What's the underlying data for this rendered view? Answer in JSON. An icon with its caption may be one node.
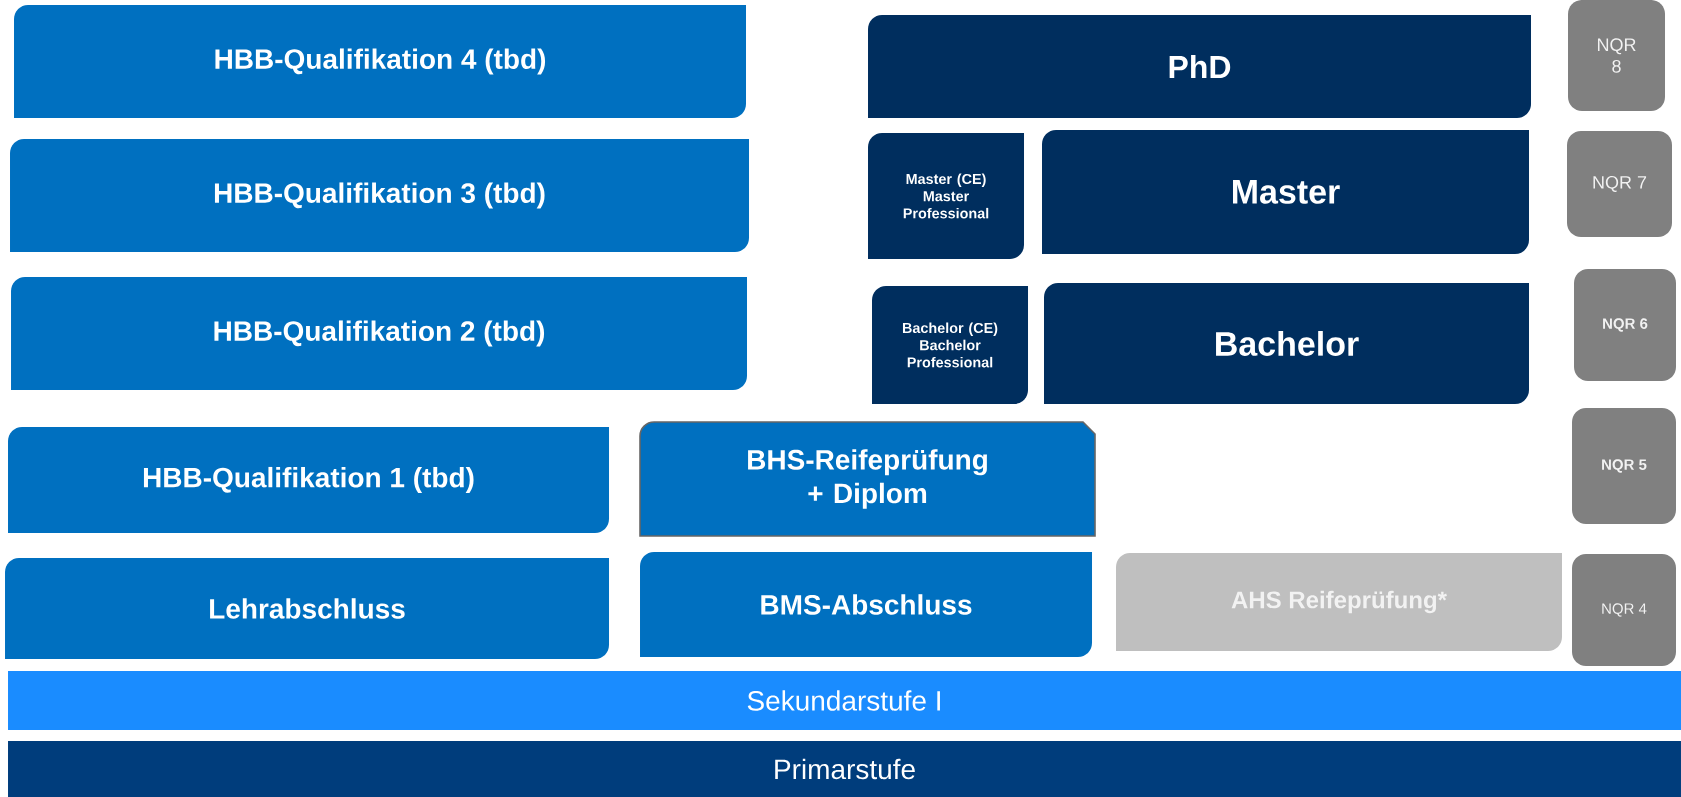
{
  "diagram": {
    "nodes": [
      {
        "text": [
          "HBB-Qualifikation 4 (tbd)"
        ]
      },
      {
        "text": [
          "PhD"
        ]
      },
      {
        "text": [
          "NQR 8"
        ]
      },
      {
        "text": [
          "HBB-Qualifikation 3 (tbd)"
        ]
      },
      {
        "text": [
          "Master (CE) Master Professional"
        ]
      },
      {
        "text": [
          "Master"
        ]
      },
      {
        "text": [
          "NQR 7"
        ]
      },
      {
        "text": [
          "HBB-Qualifikation 2 (tbd)"
        ]
      },
      {
        "text": [
          "Bachelor (CE) Bachelor Professional"
        ]
      },
      {
        "text": [
          "Bachelor"
        ]
      },
      {
        "text": [
          "NQR 6"
        ]
      },
      {
        "text": [
          "HBB-Qualifikation 1 (tbd)"
        ]
      },
      {
        "text": [
          "BHS-Reifeprüfung + Diplom"
        ]
      },
      {
        "text": [
          "NQR 5"
        ]
      },
      {
        "text": [
          "Lehrabschluss"
        ]
      },
      {
        "text": [
          "BMS-Abschluss"
        ]
      },
      {
        "text": [
          "AHS Reifeprüfung*"
        ]
      },
      {
        "text": [
          "NQR 4"
        ]
      },
      {
        "text": [
          "Sekundarstufe I"
        ]
      },
      {
        "text": [
          "Primarstufe"
        ]
      }
    ]
  }
}
